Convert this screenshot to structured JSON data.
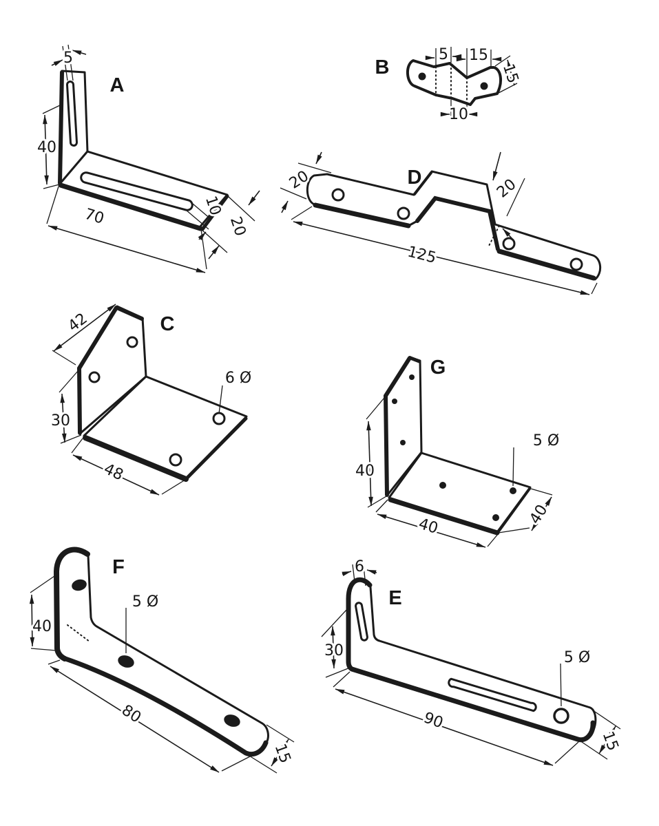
{
  "page": {
    "paper_color": "#ffffff",
    "ink_color": "#1b1b1b",
    "description": "Dimensioned drawings of seven bent sheet-metal brackets"
  },
  "brackets": {
    "A": {
      "label": "A",
      "dim_slot_width": "5",
      "dim_height": "40",
      "dim_length": "70",
      "dim_base_slot_width": "10",
      "dim_width": "20"
    },
    "B": {
      "label": "B",
      "dim_left": "5",
      "dim_right": "15",
      "dim_depth": "15",
      "dim_bottom": "10"
    },
    "D": {
      "label": "D",
      "dim_width": "20",
      "dim_bridge_height": "20",
      "dim_length": "125"
    },
    "C": {
      "label": "C",
      "dim_top_width": "42",
      "dim_height": "30",
      "dim_base_length": "48",
      "dim_hole": "6 Ø"
    },
    "G": {
      "label": "G",
      "dim_height": "40",
      "dim_base_length": "40",
      "dim_depth": "40",
      "dim_hole": "5 Ø"
    },
    "F": {
      "label": "F",
      "dim_height": "40",
      "dim_length": "80",
      "dim_width": "15",
      "dim_hole": "5 Ø"
    },
    "E": {
      "label": "E",
      "dim_slot_width": "6",
      "dim_height": "30",
      "dim_length": "90",
      "dim_width": "15",
      "dim_hole": "5 Ø"
    }
  }
}
